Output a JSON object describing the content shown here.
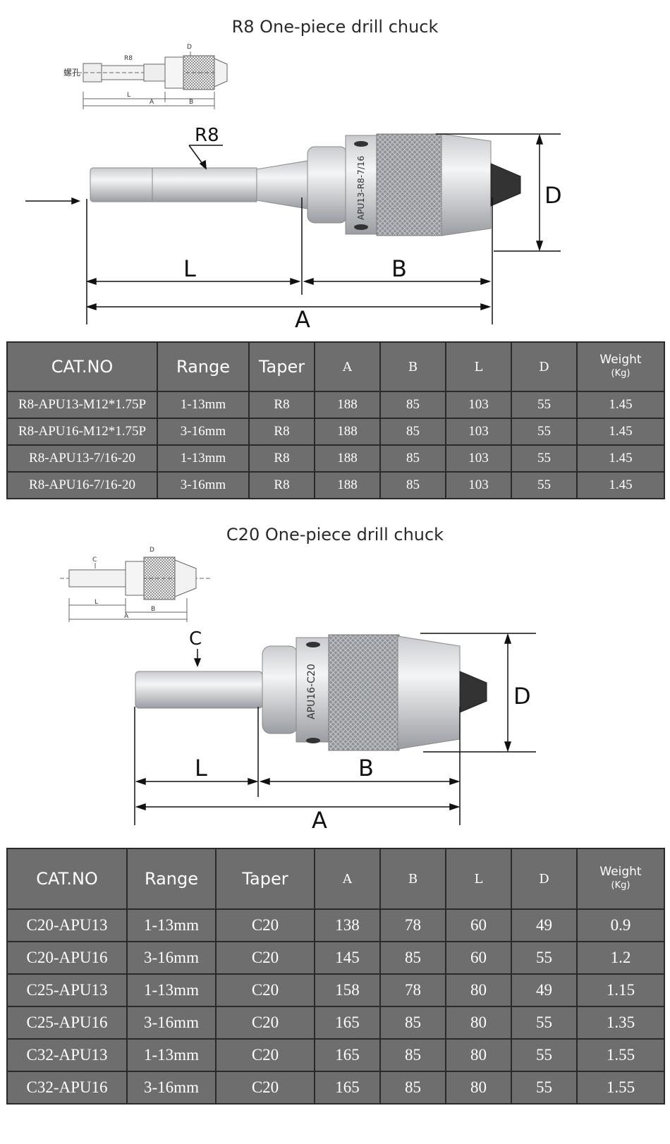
{
  "section1": {
    "title": "R8 One-piece drill chuck",
    "small_diagram": {
      "label_r8": "R8",
      "label_d": "D",
      "label_hole": "螺孔",
      "label_l": "L",
      "label_a": "A",
      "label_b": "B"
    },
    "diagram": {
      "label_r8": "R8",
      "label_l": "L",
      "label_b": "B",
      "label_a": "A",
      "label_d": "D",
      "body_marking": "APU13-R8-7/16"
    },
    "table": {
      "headers": {
        "cat": "CAT.NO",
        "range": "Range",
        "taper": "Taper",
        "a": "A",
        "b": "B",
        "l": "L",
        "d": "D",
        "weight": "Weight",
        "weight_unit": "(Kg)"
      },
      "rows": [
        {
          "cat": "R8-APU13-M12*1.75P",
          "range": "1-13mm",
          "taper": "R8",
          "a": "188",
          "b": "85",
          "l": "103",
          "d": "55",
          "w": "1.45"
        },
        {
          "cat": "R8-APU16-M12*1.75P",
          "range": "3-16mm",
          "taper": "R8",
          "a": "188",
          "b": "85",
          "l": "103",
          "d": "55",
          "w": "1.45"
        },
        {
          "cat": "R8-APU13-7/16-20",
          "range": "1-13mm",
          "taper": "R8",
          "a": "188",
          "b": "85",
          "l": "103",
          "d": "55",
          "w": "1.45"
        },
        {
          "cat": "R8-APU16-7/16-20",
          "range": "3-16mm",
          "taper": "R8",
          "a": "188",
          "b": "85",
          "l": "103",
          "d": "55",
          "w": "1.45"
        }
      ]
    }
  },
  "section2": {
    "title": "C20 One-piece drill chuck",
    "small_diagram": {
      "label_c": "C",
      "label_d": "D",
      "label_l": "L",
      "label_b": "B",
      "label_a": "A"
    },
    "diagram": {
      "label_c": "C",
      "label_l": "L",
      "label_b": "B",
      "label_a": "A",
      "label_d": "D",
      "body_marking": "APU16-C20"
    },
    "table": {
      "headers": {
        "cat": "CAT.NO",
        "range": "Range",
        "taper": "Taper",
        "a": "A",
        "b": "B",
        "l": "L",
        "d": "D",
        "weight": "Weight",
        "weight_unit": "(Kg)"
      },
      "rows": [
        {
          "cat": "C20-APU13",
          "range": "1-13mm",
          "taper": "C20",
          "a": "138",
          "b": "78",
          "l": "60",
          "d": "49",
          "w": "0.9"
        },
        {
          "cat": "C20-APU16",
          "range": "3-16mm",
          "taper": "C20",
          "a": "145",
          "b": "85",
          "l": "60",
          "d": "55",
          "w": "1.2"
        },
        {
          "cat": "C25-APU13",
          "range": "1-13mm",
          "taper": "C20",
          "a": "158",
          "b": "78",
          "l": "80",
          "d": "49",
          "w": "1.15"
        },
        {
          "cat": "C25-APU16",
          "range": "3-16mm",
          "taper": "C20",
          "a": "165",
          "b": "85",
          "l": "80",
          "d": "55",
          "w": "1.35"
        },
        {
          "cat": "C32-APU13",
          "range": "1-13mm",
          "taper": "C20",
          "a": "165",
          "b": "85",
          "l": "80",
          "d": "55",
          "w": "1.55"
        },
        {
          "cat": "C32-APU16",
          "range": "3-16mm",
          "taper": "C20",
          "a": "165",
          "b": "85",
          "l": "80",
          "d": "55",
          "w": "1.55"
        }
      ]
    }
  }
}
